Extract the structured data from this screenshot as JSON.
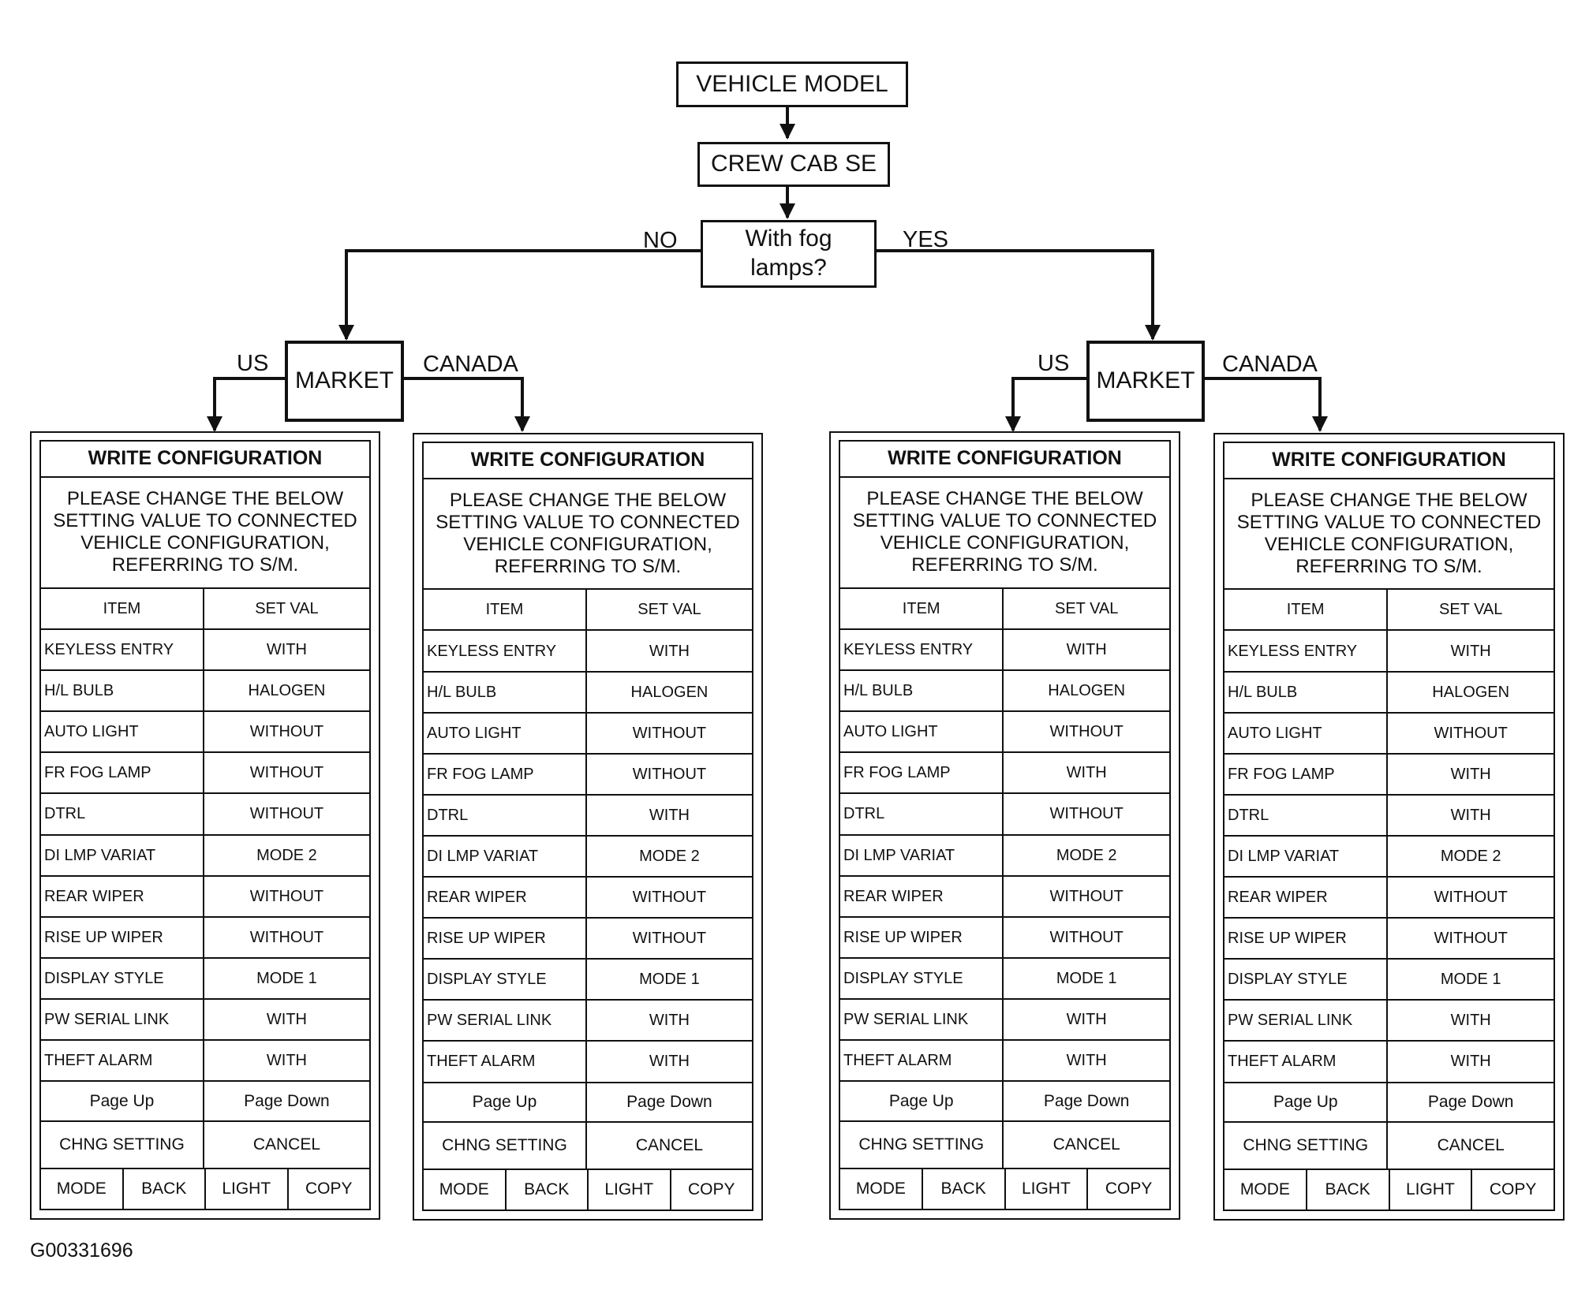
{
  "flow": {
    "vehicle_model": "VEHICLE MODEL",
    "crew_cab": "CREW CAB SE",
    "fog_question": "With fog\nlamps?",
    "no_label": "NO",
    "yes_label": "YES",
    "market_left": "MARKET",
    "market_right": "MARKET",
    "us_left": "US",
    "canada_left": "CANADA",
    "us_right": "US",
    "canada_right": "CANADA"
  },
  "panels": [
    {
      "title": "WRITE CONFIGURATION",
      "message": "PLEASE CHANGE THE BELOW\nSETTING VALUE TO CONNECTED\nVEHICLE CONFIGURATION,\nREFERRING TO S/M.",
      "col_item": "ITEM",
      "col_set": "SET VAL",
      "rows": [
        {
          "item": "KEYLESS ENTRY",
          "value": "WITH"
        },
        {
          "item": "H/L BULB",
          "value": "HALOGEN"
        },
        {
          "item": "AUTO LIGHT",
          "value": "WITHOUT"
        },
        {
          "item": "FR FOG LAMP",
          "value": "WITHOUT"
        },
        {
          "item": "DTRL",
          "value": "WITHOUT"
        },
        {
          "item": "DI LMP VARIAT",
          "value": "MODE 2"
        },
        {
          "item": "REAR WIPER",
          "value": "WITHOUT"
        },
        {
          "item": "RISE UP WIPER",
          "value": "WITHOUT"
        },
        {
          "item": "DISPLAY STYLE",
          "value": "MODE 1"
        },
        {
          "item": "PW SERIAL LINK",
          "value": "WITH"
        },
        {
          "item": "THEFT ALARM",
          "value": "WITH"
        }
      ],
      "page_up": "Page Up",
      "page_down": "Page Down",
      "chng_setting": "CHNG SETTING",
      "cancel": "CANCEL",
      "buttons": [
        "MODE",
        "BACK",
        "LIGHT",
        "COPY"
      ]
    },
    {
      "title": "WRITE CONFIGURATION",
      "message": "PLEASE CHANGE THE BELOW\nSETTING VALUE TO CONNECTED\nVEHICLE CONFIGURATION,\nREFERRING TO S/M.",
      "col_item": "ITEM",
      "col_set": "SET VAL",
      "rows": [
        {
          "item": "KEYLESS ENTRY",
          "value": "WITH"
        },
        {
          "item": "H/L BULB",
          "value": "HALOGEN"
        },
        {
          "item": "AUTO LIGHT",
          "value": "WITHOUT"
        },
        {
          "item": "FR FOG LAMP",
          "value": "WITHOUT"
        },
        {
          "item": "DTRL",
          "value": "WITH"
        },
        {
          "item": "DI LMP VARIAT",
          "value": "MODE 2"
        },
        {
          "item": "REAR WIPER",
          "value": "WITHOUT"
        },
        {
          "item": "RISE UP WIPER",
          "value": "WITHOUT"
        },
        {
          "item": "DISPLAY STYLE",
          "value": "MODE 1"
        },
        {
          "item": "PW SERIAL LINK",
          "value": "WITH"
        },
        {
          "item": "THEFT ALARM",
          "value": "WITH"
        }
      ],
      "page_up": "Page Up",
      "page_down": "Page Down",
      "chng_setting": "CHNG SETTING",
      "cancel": "CANCEL",
      "buttons": [
        "MODE",
        "BACK",
        "LIGHT",
        "COPY"
      ]
    },
    {
      "title": "WRITE CONFIGURATION",
      "message": "PLEASE CHANGE THE BELOW\nSETTING VALUE TO CONNECTED\nVEHICLE CONFIGURATION,\nREFERRING TO S/M.",
      "col_item": "ITEM",
      "col_set": "SET VAL",
      "rows": [
        {
          "item": "KEYLESS ENTRY",
          "value": "WITH"
        },
        {
          "item": "H/L BULB",
          "value": "HALOGEN"
        },
        {
          "item": "AUTO LIGHT",
          "value": "WITHOUT"
        },
        {
          "item": "FR FOG LAMP",
          "value": "WITH"
        },
        {
          "item": "DTRL",
          "value": "WITHOUT"
        },
        {
          "item": "DI LMP VARIAT",
          "value": "MODE 2"
        },
        {
          "item": "REAR WIPER",
          "value": "WITHOUT"
        },
        {
          "item": "RISE UP WIPER",
          "value": "WITHOUT"
        },
        {
          "item": "DISPLAY STYLE",
          "value": "MODE 1"
        },
        {
          "item": "PW SERIAL LINK",
          "value": "WITH"
        },
        {
          "item": "THEFT ALARM",
          "value": "WITH"
        }
      ],
      "page_up": "Page Up",
      "page_down": "Page Down",
      "chng_setting": "CHNG SETTING",
      "cancel": "CANCEL",
      "buttons": [
        "MODE",
        "BACK",
        "LIGHT",
        "COPY"
      ]
    },
    {
      "title": "WRITE CONFIGURATION",
      "message": "PLEASE CHANGE THE BELOW\nSETTING VALUE TO CONNECTED\nVEHICLE CONFIGURATION,\nREFERRING TO S/M.",
      "col_item": "ITEM",
      "col_set": "SET VAL",
      "rows": [
        {
          "item": "KEYLESS ENTRY",
          "value": "WITH"
        },
        {
          "item": "H/L BULB",
          "value": "HALOGEN"
        },
        {
          "item": "AUTO LIGHT",
          "value": "WITHOUT"
        },
        {
          "item": "FR FOG LAMP",
          "value": "WITH"
        },
        {
          "item": "DTRL",
          "value": "WITH"
        },
        {
          "item": "DI LMP VARIAT",
          "value": "MODE 2"
        },
        {
          "item": "REAR WIPER",
          "value": "WITHOUT"
        },
        {
          "item": "RISE UP WIPER",
          "value": "WITHOUT"
        },
        {
          "item": "DISPLAY STYLE",
          "value": "MODE 1"
        },
        {
          "item": "PW SERIAL LINK",
          "value": "WITH"
        },
        {
          "item": "THEFT ALARM",
          "value": "WITH"
        }
      ],
      "page_up": "Page Up",
      "page_down": "Page Down",
      "chng_setting": "CHNG SETTING",
      "cancel": "CANCEL",
      "buttons": [
        "MODE",
        "BACK",
        "LIGHT",
        "COPY"
      ]
    }
  ],
  "figure_id": "G00331696"
}
